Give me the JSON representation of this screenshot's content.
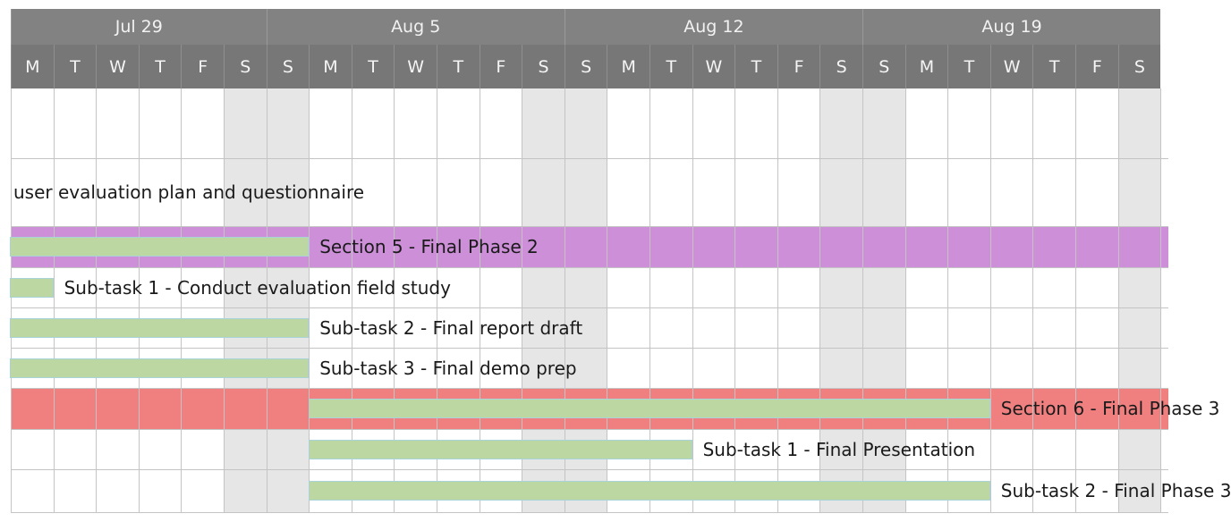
{
  "weeks": [
    "Jul 29",
    "Aug 5",
    "Aug 12",
    "Aug 19"
  ],
  "day_letters": [
    "M",
    "T",
    "W",
    "T",
    "F",
    "S",
    "S",
    "M",
    "T",
    "W",
    "T",
    "F",
    "S",
    "S",
    "M",
    "T",
    "W",
    "T",
    "F",
    "S",
    "S",
    "M",
    "T",
    "W",
    "T",
    "F",
    "S"
  ],
  "rows": [
    {
      "kind": "empty",
      "label": ""
    },
    {
      "kind": "task",
      "label": "user evaluation plan and questionnaire"
    },
    {
      "kind": "section",
      "label": "Section 5 - Final Phase 2",
      "color": "#cd8fd8",
      "bar_start_day": -1,
      "bar_end_day": 7
    },
    {
      "kind": "task",
      "label": "Sub-task 1 - Conduct evaluation field study",
      "bar_start_day": -1,
      "bar_end_day": 1
    },
    {
      "kind": "task",
      "label": "Sub-task 2 - Final report draft",
      "bar_start_day": -1,
      "bar_end_day": 7
    },
    {
      "kind": "task",
      "label": "Sub-task 3 - Final demo prep",
      "bar_start_day": -1,
      "bar_end_day": 7
    },
    {
      "kind": "section",
      "label": "Section 6 - Final Phase 3",
      "color": "#f08080",
      "bar_start_day": 7,
      "bar_end_day": 23
    },
    {
      "kind": "task",
      "label": "Sub-task 1 - Final Presentation",
      "bar_start_day": 7,
      "bar_end_day": 16
    },
    {
      "kind": "task",
      "label": "Sub-task 2 - Final Phase 3",
      "bar_start_day": 7,
      "bar_end_day": 23
    }
  ],
  "colors": {
    "bar_fill": "#bdd7a3",
    "bar_border": "#a7d3d9",
    "weekend_bg": "#e6e6e6",
    "header_week_bg": "#828282",
    "header_day_bg": "#777777"
  }
}
